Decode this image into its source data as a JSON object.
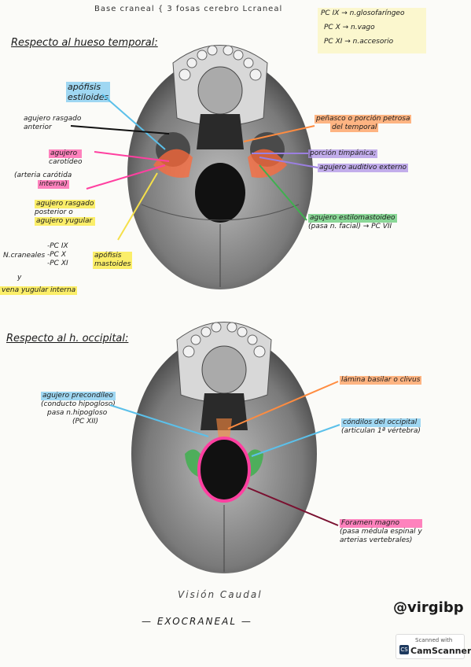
{
  "header": {
    "title": "Base craneal { 3 fosas cerebro   Lcraneal",
    "nerves": [
      "PC IX → n.glosofaríngeo",
      "PC X → n.vago",
      "PC XI → n.accesorio"
    ]
  },
  "section1": {
    "title": "Respecto al hueso temporal:",
    "left_labels": {
      "apofisis_estiloides": [
        "apófisis",
        "estiloides"
      ],
      "agujero_rasgado_anterior": [
        "agujero rasgado",
        "anterior"
      ],
      "agujero_carotideo": [
        "agujero",
        "carotídeo"
      ],
      "arteria_carotida": [
        "(arteria carótida",
        "interna)"
      ],
      "agujero_rasgado_posterior": [
        "agujero rasgado",
        "posterior o",
        "agujero yugular"
      ],
      "n_craneales": "N.craneales",
      "pc_list": [
        "-PC IX",
        "-PC X",
        "-PC XI"
      ],
      "y": "y",
      "apofisis_mastoides": [
        "apófisis",
        "mastoides"
      ],
      "vena_yugular": "vena yugular interna"
    },
    "right_labels": {
      "penasco": [
        "peñasco o porción petrosa",
        "del temporal"
      ],
      "timpanica": "porción timpánica;",
      "auditivo": "agujero auditivo externo",
      "estilomastoideo": [
        "agujero estilomastoideo",
        "(pasa n. facial) → PC VII"
      ]
    }
  },
  "section2": {
    "title": "Respecto al h. occipital:",
    "left_labels": {
      "precondileo": [
        "agujero precondíleo",
        "(conducto hipogloso)",
        "pasa n.hipogloso",
        "(PC XII)"
      ]
    },
    "right_labels": {
      "lamina": "lámina basilar o clivus",
      "condilos": [
        "cóndilos del occipital",
        "(articulan 1ª vértebra)"
      ],
      "foramen": [
        "Foramen magno",
        "(pasa médula espinal y",
        "arterias vertebrales)"
      ]
    },
    "caption": "Visión Caudal",
    "subcaption": "— EXOCRANEAL —"
  },
  "watermark": "@virgibp",
  "scanner": {
    "line1": "Scanned with",
    "line2": "CamScanner"
  },
  "colors": {
    "blue": "#5bc0ea",
    "pink": "#ff3fa0",
    "yellow": "#f5e04a",
    "orange": "#ff8c40",
    "purple": "#9b7fe0",
    "green": "#3fb04f"
  }
}
